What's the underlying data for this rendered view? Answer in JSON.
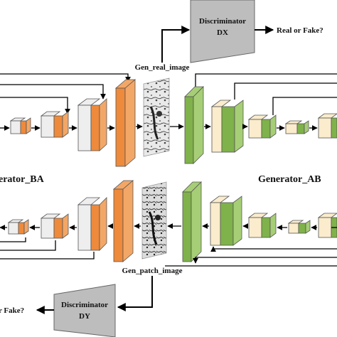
{
  "labels": {
    "gen_real_image": "Gen_real_image",
    "gen_patch_image": "Gen_patch_image",
    "generator_ba": "erator_BA",
    "generator_ab": "Generator_AB",
    "disc_dx_line1": "Discriminator",
    "disc_dx_line2": "DX",
    "disc_dy_line1": "Discriminator",
    "disc_dy_line2": "DY",
    "real_or_fake_top": "Real or Fake?",
    "real_or_fake_bottom": "r Fake?"
  },
  "colors": {
    "orange": "#ee8a3c",
    "orange_side": "#f3a766",
    "green": "#7fb24a",
    "green_side": "#a6ce76",
    "light_gray": "#eeeeee",
    "cream": "#faeccc",
    "discriminator_fill": "#bdbdbd",
    "line": "#000000"
  }
}
